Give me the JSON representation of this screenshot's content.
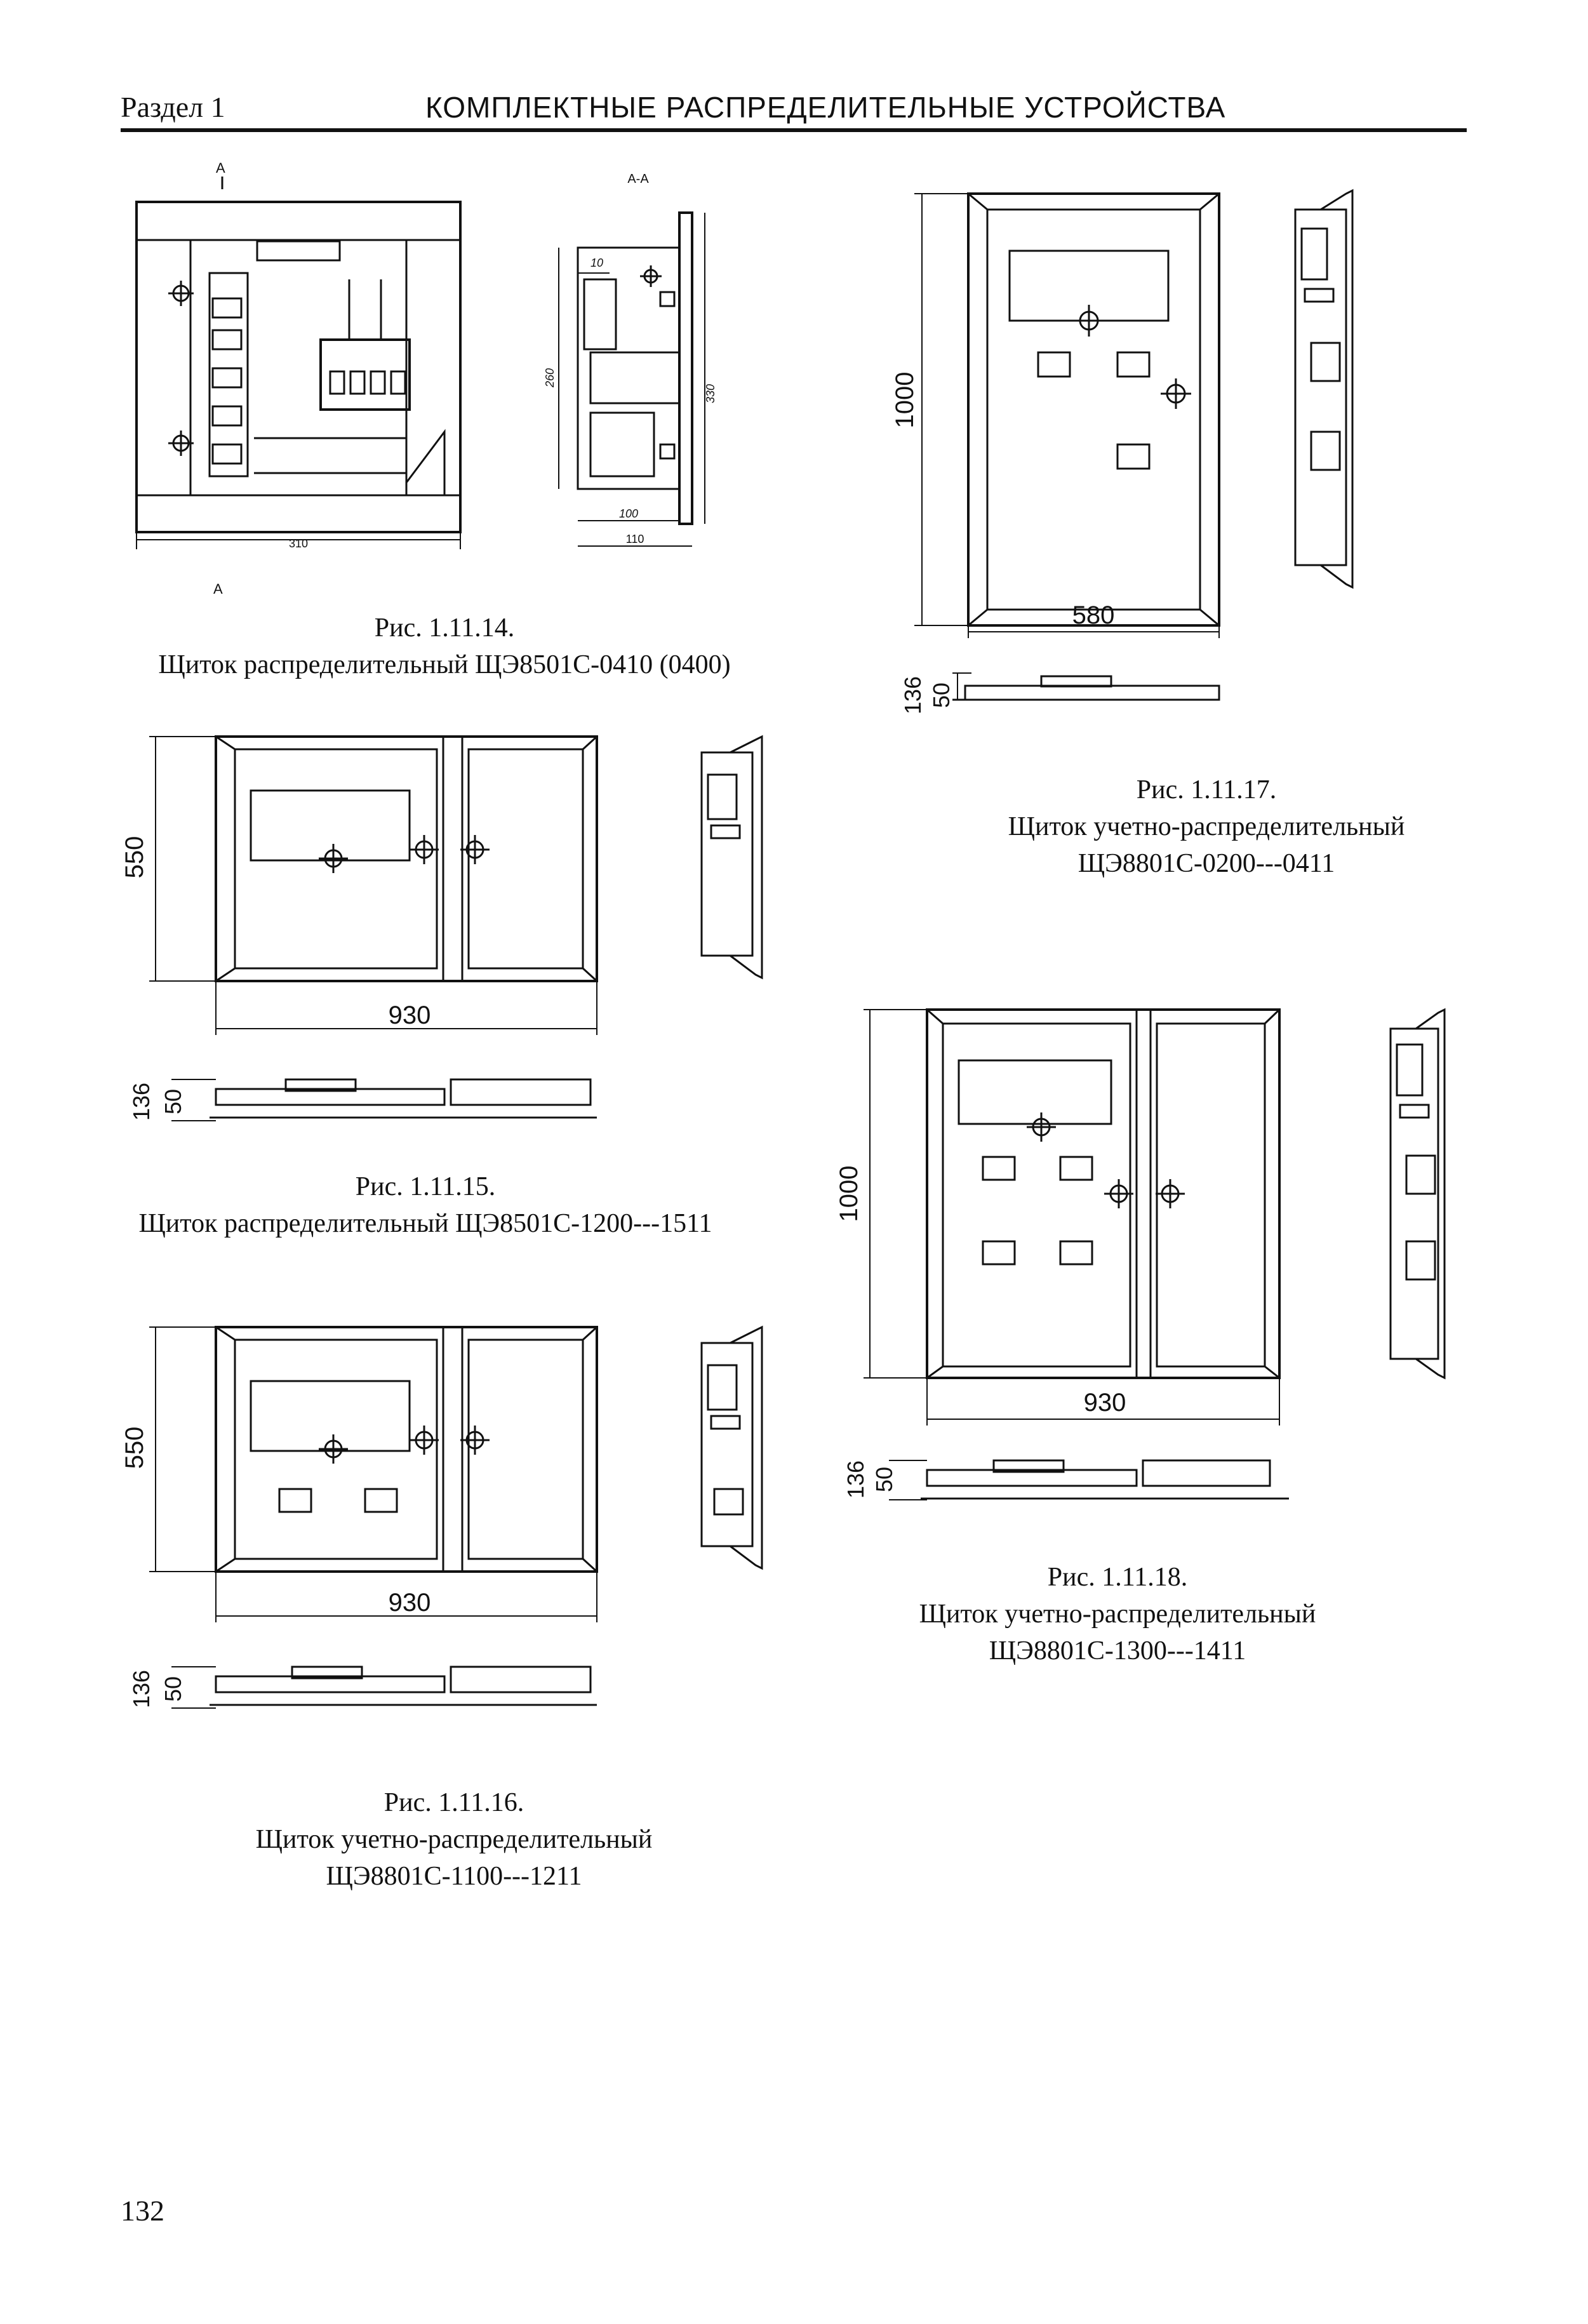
{
  "header": {
    "section": "Раздел 1",
    "title": "КОМПЛЕКТНЫЕ РАСПРЕДЕЛИТЕЛЬНЫЕ УСТРОЙСТВА"
  },
  "figures": {
    "f14": {
      "caption_line1": "Рис. 1.11.14.",
      "caption_line2": "Щиток распределительный ЩЭ8501С-0410 (0400)",
      "section_mark_top": "А",
      "section_mark_bottom": "А",
      "section_label": "А-А",
      "dim_width": "310",
      "dim_10": "10",
      "dim_260": "260",
      "dim_330": "330",
      "dim_100": "100",
      "dim_110": "110"
    },
    "f15": {
      "caption_line1": "Рис. 1.11.15.",
      "caption_line2": "Щиток распределительный ЩЭ8501С-1200---1511",
      "dim_height": "550",
      "dim_width": "930",
      "dim_depth": "136",
      "dim_depth2": "50"
    },
    "f16": {
      "caption_line1": "Рис. 1.11.16.",
      "caption_line2": "Щиток учетно-распределительный",
      "caption_line3": "ЩЭ8801С-1100---1211",
      "dim_height": "550",
      "dim_width": "930",
      "dim_depth": "136",
      "dim_depth2": "50"
    },
    "f17": {
      "caption_line1": "Рис. 1.11.17.",
      "caption_line2": "Щиток учетно-распределительный",
      "caption_line3": "ЩЭ8801С-0200---0411",
      "dim_height": "1000",
      "dim_width": "580",
      "dim_depth": "136",
      "dim_depth2": "50"
    },
    "f18": {
      "caption_line1": "Рис. 1.11.18.",
      "caption_line2": "Щиток учетно-распределительный",
      "caption_line3": "ЩЭ8801С-1300---1411",
      "dim_height": "1000",
      "dim_width": "930",
      "dim_depth": "136",
      "dim_depth2": "50"
    }
  },
  "page_number": "132"
}
